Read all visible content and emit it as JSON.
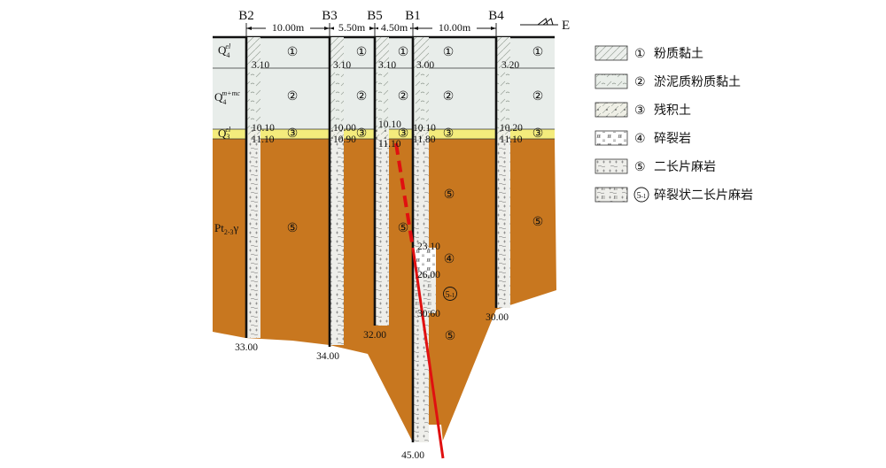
{
  "header": {
    "boreholes": [
      "B2",
      "B3",
      "B5",
      "B1",
      "B4"
    ],
    "spacings": [
      "10.00m",
      "5.50m",
      "4.50m",
      "10.00m"
    ],
    "direction": "E"
  },
  "strata_labels": {
    "q4_el": "Q4el",
    "q4_mc": "Q4m+mc",
    "q3_el": "Q3el",
    "pt": "Pt2-3γ"
  },
  "layer_symbols": {
    "l1": "①",
    "l2": "②",
    "l3": "③",
    "l4": "④",
    "l5": "⑤",
    "l5_1": "⑤-1"
  },
  "depths": {
    "B2": [
      "3.10",
      "10.10",
      "11.10",
      "33.00"
    ],
    "B3": [
      "3.10",
      "10.00",
      "10.90",
      "34.00"
    ],
    "B5": [
      "3.10",
      "10.10",
      "11.10",
      "32.00"
    ],
    "B1": [
      "3.00",
      "10.10",
      "11.80",
      "23.10",
      "26.00",
      "30.60",
      "45.00"
    ],
    "B4": [
      "3.20",
      "10.20",
      "11.10",
      "30.00"
    ]
  },
  "legend": [
    {
      "symbol": "①",
      "label": "粉质黏土"
    },
    {
      "symbol": "②",
      "label": "淤泥质粉质黏土"
    },
    {
      "symbol": "③",
      "label": "残积土"
    },
    {
      "symbol": "④",
      "label": "碎裂岩"
    },
    {
      "symbol": "⑤",
      "label": "二长片麻岩"
    },
    {
      "symbol": "⑤-1",
      "label": "碎裂状二长片麻岩"
    }
  ],
  "colors": {
    "upper_fill": "#e8edea",
    "residual_band": "#f4ec7c",
    "bedrock": "#c8771f",
    "fault": "#e01010",
    "column_fill": "#eeeeea"
  }
}
